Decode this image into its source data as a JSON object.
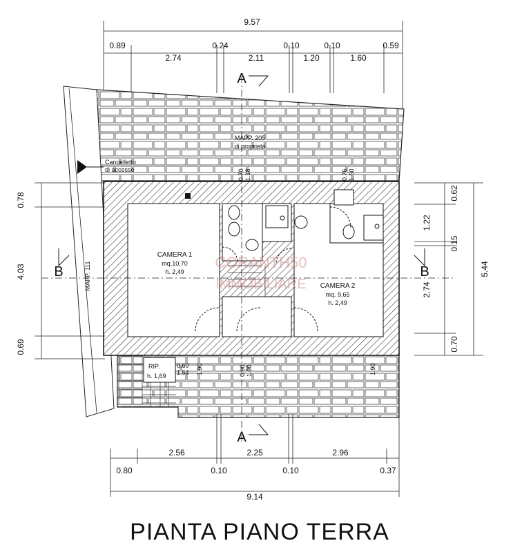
{
  "title": "PIANTA PIANO TERRA",
  "watermark": {
    "line1a": "CORANT",
    "line1b": "H",
    "line1c": "50",
    "line2": "IMMOBILIARE"
  },
  "top_dims": {
    "total": "9.57",
    "row1": [
      "0.89",
      "0.24",
      "0.10",
      "0.10",
      "0.59"
    ],
    "row2": [
      "2.74",
      "2.11",
      "1.20",
      "1.60"
    ]
  },
  "bottom_dims": {
    "row1": [
      "2.56",
      "2.25",
      "2.96"
    ],
    "row2": [
      "0.80",
      "0.10",
      "0.10",
      "0.37"
    ],
    "total": "9.14"
  },
  "left_dims": [
    "0.78",
    "4.03",
    "0.69"
  ],
  "right_dims": {
    "inner": [
      "0.62",
      "1.22",
      "0.15",
      "2.74",
      "0.70"
    ],
    "total": "5.44"
  },
  "section_marks": {
    "a": "A",
    "b": "B"
  },
  "labels": {
    "mapp205_title": "MAPP. 205",
    "mapp205_sub": "di proprietà",
    "gate_l1": "Cancelletto",
    "gate_l2": "di accesso",
    "mapp111": "MAPP. 111",
    "rip_name": "RIP.",
    "rip_h": "h. 1,69"
  },
  "rooms": [
    {
      "name": "CAMERA 1",
      "area": "mq.10,70",
      "height": "h. 2,49"
    },
    {
      "name": "CAMERA 2",
      "area": "mq. 9,65",
      "height": "h. 2,49"
    }
  ],
  "openings": {
    "bath1_a": "0.70",
    "bath1_b": "1.18",
    "bath2_a": "0.76",
    "bath2_b": "1.50",
    "rip_a": "0.60",
    "rip_b": "1.64",
    "rip_c": "1.90",
    "door_mid_a": "0.90",
    "door_mid_b": "1.90",
    "door_right": "1.90"
  }
}
